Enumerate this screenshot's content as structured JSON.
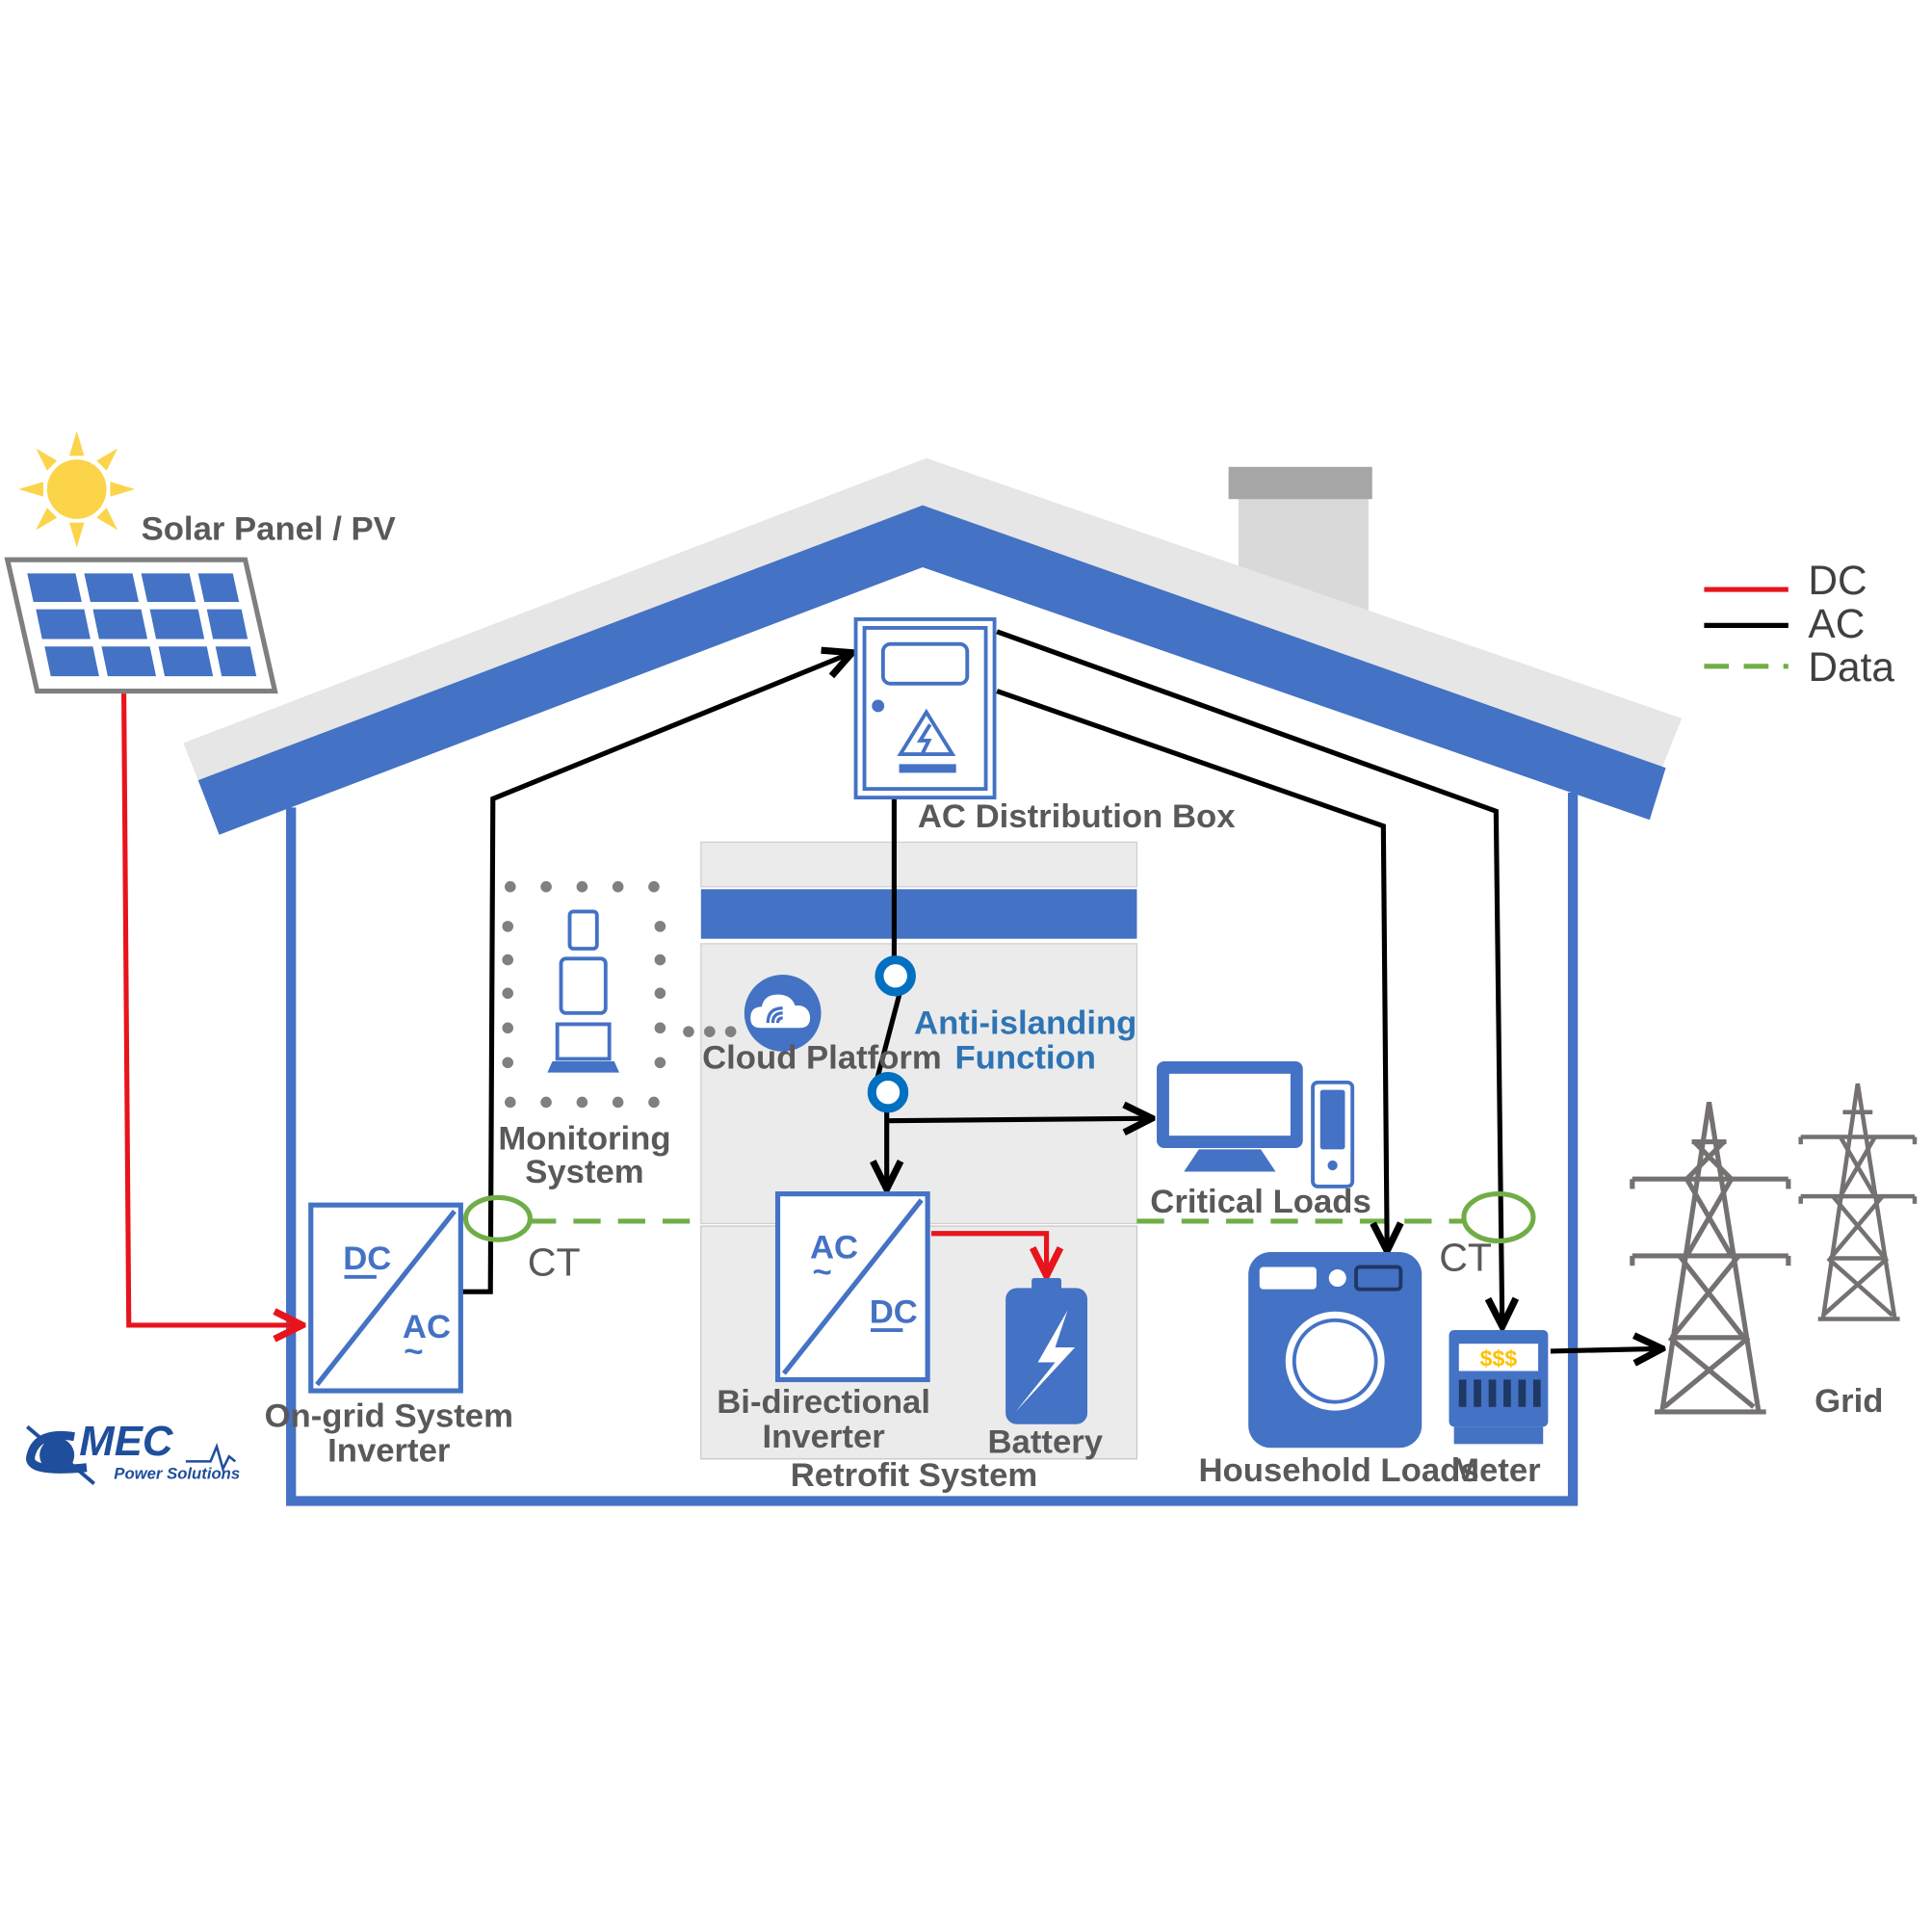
{
  "labels": {
    "solar": "Solar Panel / PV",
    "ac_box": "AC Distribution Box",
    "monitoring_1": "Monitoring",
    "monitoring_2": "System",
    "cloud": "Cloud Platform",
    "anti_1": "Anti-islanding",
    "anti_2": "Function",
    "critical": "Critical Loads",
    "household": "Household Loads",
    "meter": "Meter",
    "grid": "Grid",
    "ongrid_1": "On-grid System",
    "ongrid_2": "Inverter",
    "bidir_1": "Bi-directional",
    "bidir_2": "Inverter",
    "battery": "Battery",
    "retrofit": "Retrofit System",
    "ct_left": "CT",
    "ct_right": "CT"
  },
  "converters": {
    "ongrid_top": "DC",
    "ongrid_bottom": "AC",
    "bidir_top": "AC",
    "bidir_bottom": "DC",
    "tilde": "~"
  },
  "meter_display": "$$$",
  "legend": [
    {
      "label": "DC",
      "color": "#e8141c",
      "style": "solid"
    },
    {
      "label": "AC",
      "color": "#000000",
      "style": "solid"
    },
    {
      "label": "Data",
      "color": "#70ad47",
      "style": "dashed"
    }
  ],
  "logo": {
    "name": "MEC",
    "tagline": "Power Solutions"
  },
  "colors": {
    "house_blue": "#4472c4",
    "dc_line": "#e8141c",
    "ac_line": "#000000",
    "data_line": "#70ad47",
    "sun": "#fbd44a",
    "tower": "#767171"
  }
}
